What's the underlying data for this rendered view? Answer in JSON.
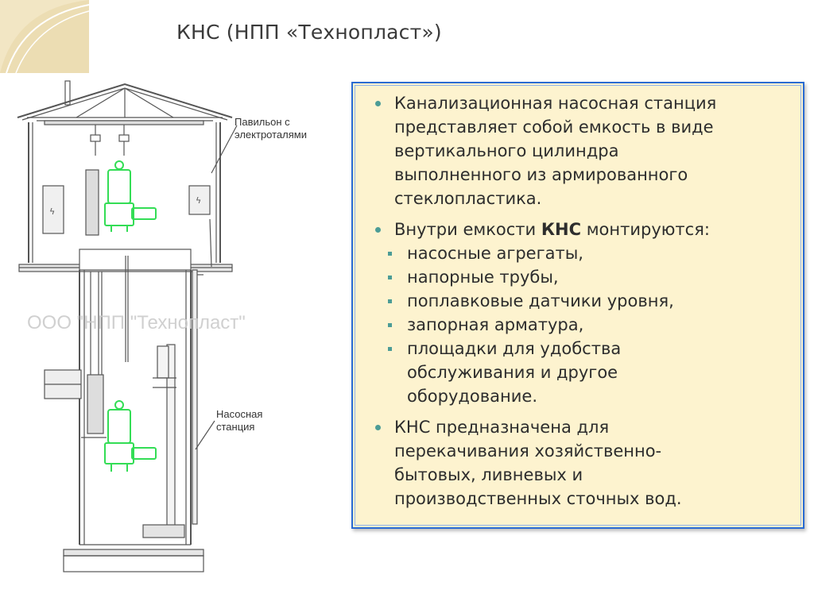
{
  "title": "КНС (НПП «Технопласт»)",
  "diagram": {
    "label_pavilion": [
      "Павильон с",
      "электроталями"
    ],
    "label_station": [
      "Насосная",
      "станция"
    ],
    "watermark": "ООО \"НПП \"Технопласт\"",
    "colors": {
      "pump": "#33dd55",
      "line": "#555555",
      "watermark": "#c8c8c8"
    }
  },
  "panel": {
    "bullet1_lines": [
      "Канализационная насосная станция",
      "представляет собой емкость в виде",
      "вертикального цилиндра",
      "выполненного из армированного",
      "стеклопластика."
    ],
    "bullet2_before": "Внутри емкости ",
    "bullet2_bold": "КНС",
    "bullet2_after": " монтируются:",
    "sub_items": [
      [
        "насосные агрегаты,"
      ],
      [
        "напорные трубы,"
      ],
      [
        "поплавковые датчики уровня,"
      ],
      [
        "запорная арматура,"
      ],
      [
        "площадки для удобства",
        "обслуживания и другое",
        "оборудование."
      ]
    ],
    "bullet3_lines": [
      "КНС предназначена для",
      "перекачивания хозяйственно-",
      "бытовых, ливневых и",
      "производственных сточных вод."
    ],
    "colors": {
      "background": "#fdf3cf",
      "border": "#2a6bd2",
      "bullet": "#4c9c96"
    }
  }
}
